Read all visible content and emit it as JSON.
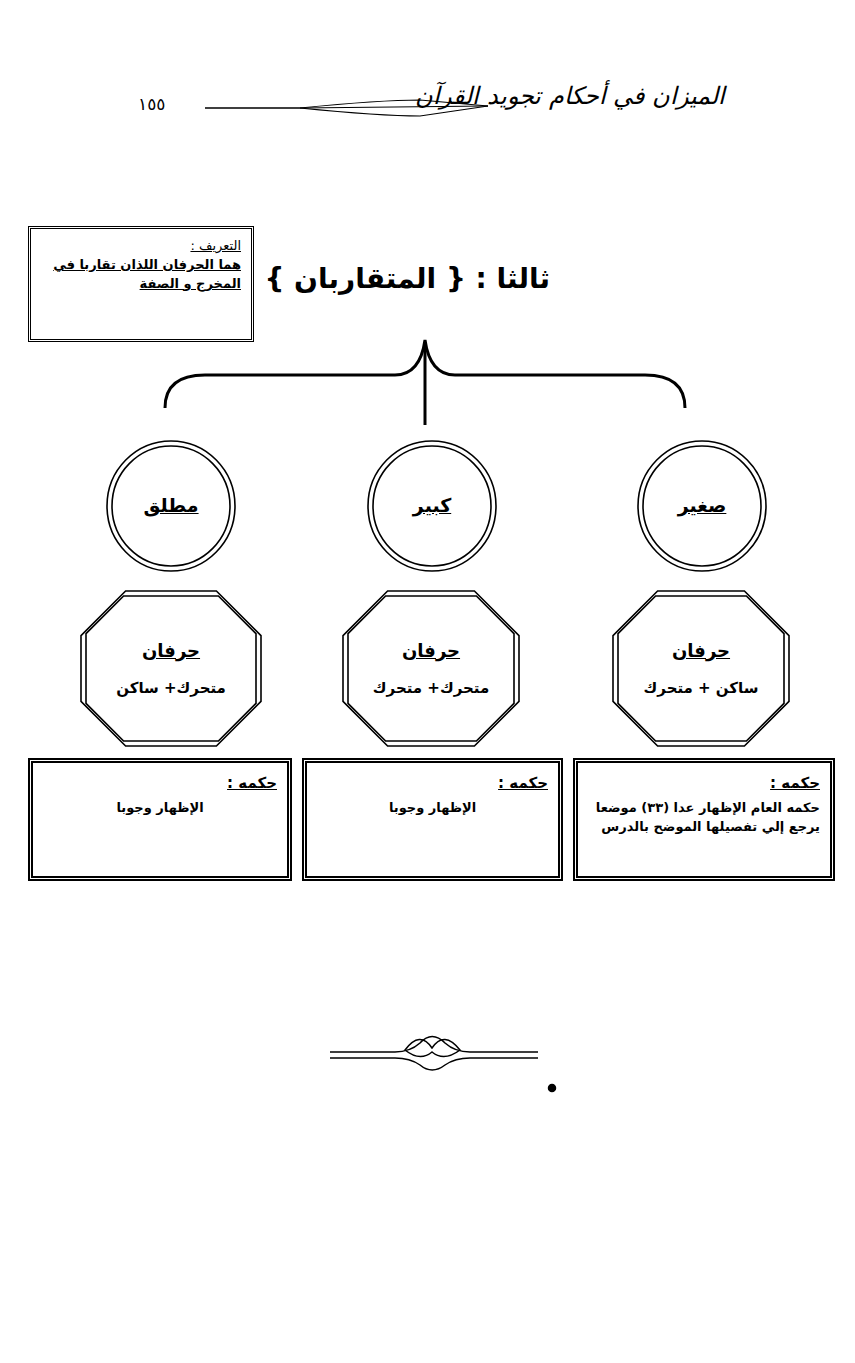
{
  "diagram": {
    "title": "ثالثا : { المتقاربان }",
    "nodes": [
      {
        "text": [
          "التعريف :",
          "هما الحرفان اللذان تقاربا في المخرج و الصفة"
        ]
      },
      {
        "text": [
          "صغير"
        ]
      },
      {
        "text": [
          "كبير"
        ]
      },
      {
        "text": [
          "مطلق"
        ]
      },
      {
        "text": [
          "حرفان",
          "ساكن + متحرك"
        ]
      },
      {
        "text": [
          "حرفان",
          "متحرك+ متحرك"
        ]
      },
      {
        "text": [
          "حرفان",
          "متحرك+ ساكن"
        ]
      },
      {
        "text": [
          "حكمه :",
          "حكمه العام الإظهار عدا (٣٣) موضعا يرجع إلي تفصيلها الموضح بالدرس"
        ]
      },
      {
        "text": [
          "حكمه :",
          "الإظهار وجوبا"
        ]
      },
      {
        "text": [
          "حكمه :",
          "الإظهار وجوبا"
        ]
      }
    ],
    "labels": [
      "الميزان في أحكام تجويد القرآن",
      "١٥٥"
    ]
  }
}
